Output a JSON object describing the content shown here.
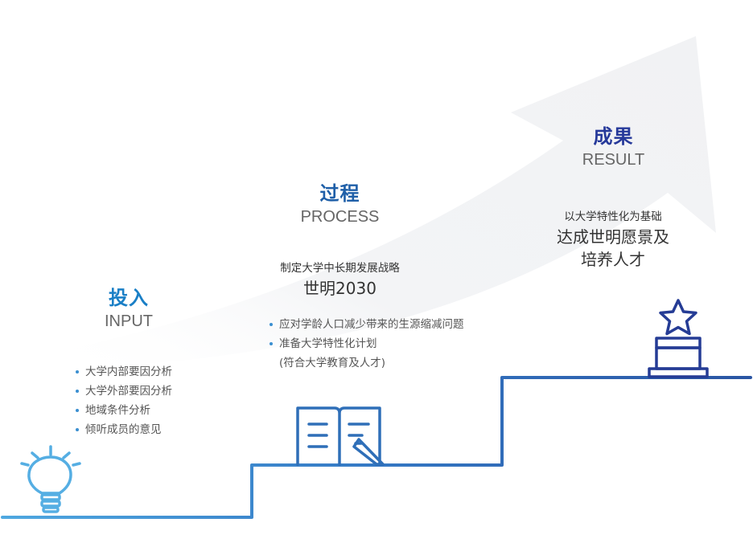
{
  "colors": {
    "input_title": "#1a7fc6",
    "process_title": "#1f5fa8",
    "result_title": "#26399a",
    "subtitle_gray": "#666666",
    "bullet_dot": "#3a8fd1",
    "step_line_start": "#4fa8e0",
    "step_line_end": "#2a55a3",
    "bulb": "#55aee3",
    "book": "#2f6fb8",
    "trophy": "#253c95",
    "arrow_bg": "#f4f5f7"
  },
  "stages": {
    "input": {
      "title_cn": "投入",
      "title_en": "INPUT",
      "icon": "lightbulb-icon",
      "bullets": [
        "大学内部要因分析",
        "大学外部要因分析",
        "地域条件分析",
        "倾听成员的意见"
      ]
    },
    "process": {
      "title_cn": "过程",
      "title_en": "PROCESS",
      "icon": "open-book-pencil-icon",
      "subtitle_small": "制定大学中长期发展战略",
      "subtitle_big": "世明2030",
      "bullets": [
        {
          "text": "应对学龄人口减少带来的生源缩减问题"
        },
        {
          "text": "准备大学特性化计划",
          "continuation": "(符合大学教育及人才)"
        }
      ]
    },
    "result": {
      "title_cn": "成果",
      "title_en": "RESULT",
      "icon": "trophy-star-icon",
      "subtitle_small": "以大学特性化为基础",
      "subtitle_big_line1": "达成世明愿景及",
      "subtitle_big_line2": "培养人才"
    }
  }
}
